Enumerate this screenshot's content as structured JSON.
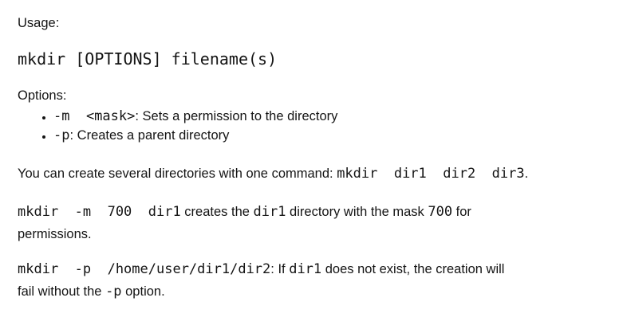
{
  "meta": {
    "background": "#ffffff",
    "text_color": "#141414"
  },
  "usage": {
    "label": "Usage:",
    "command": "mkdir [OPTIONS] filename(s)"
  },
  "options": {
    "label": "Options:",
    "items": [
      {
        "runs": [
          {
            "t": "-m  <mask>",
            "code": true
          },
          {
            "t": ": Sets a permission to the directory",
            "code": false
          }
        ]
      },
      {
        "runs": [
          {
            "t": "-p",
            "code": true
          },
          {
            "t": ": Creates a parent directory",
            "code": false
          }
        ]
      }
    ]
  },
  "paragraphs": [
    {
      "lines": [
        [
          {
            "t": "You can create several directories with one command: ",
            "code": false
          },
          {
            "t": "mkdir  dir1  dir2  dir3",
            "code": true
          },
          {
            "t": ".",
            "code": false
          }
        ]
      ]
    },
    {
      "lines": [
        [
          {
            "t": "mkdir  -m  700  dir1",
            "code": true
          },
          {
            "t": " creates the ",
            "code": false
          },
          {
            "t": "dir1",
            "code": true
          },
          {
            "t": " directory with the mask ",
            "code": false
          },
          {
            "t": "700",
            "code": true
          },
          {
            "t": " for",
            "code": false
          }
        ],
        [
          {
            "t": "permissions.",
            "code": false
          }
        ]
      ]
    },
    {
      "lines": [
        [
          {
            "t": "mkdir  -p  /home/user/dir1/dir2",
            "code": true
          },
          {
            "t": ": If ",
            "code": false
          },
          {
            "t": "dir1",
            "code": true
          },
          {
            "t": " does not exist, the creation will",
            "code": false
          }
        ],
        [
          {
            "t": "fail without the ",
            "code": false
          },
          {
            "t": "-p",
            "code": true
          },
          {
            "t": " option.",
            "code": false
          }
        ]
      ]
    }
  ]
}
